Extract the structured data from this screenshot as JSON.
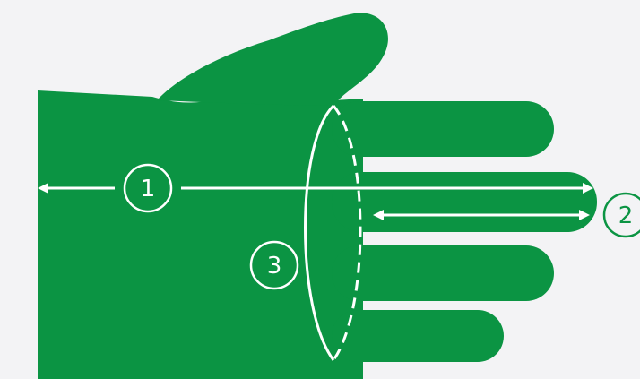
{
  "colors": {
    "background": "#f3f3f5",
    "glove": "#0b9443",
    "markings": "#ffffff",
    "label_on_light": "#0b9443"
  },
  "labels": {
    "hand_length": "1",
    "finger_length": "2",
    "palm_circumference": "3"
  }
}
